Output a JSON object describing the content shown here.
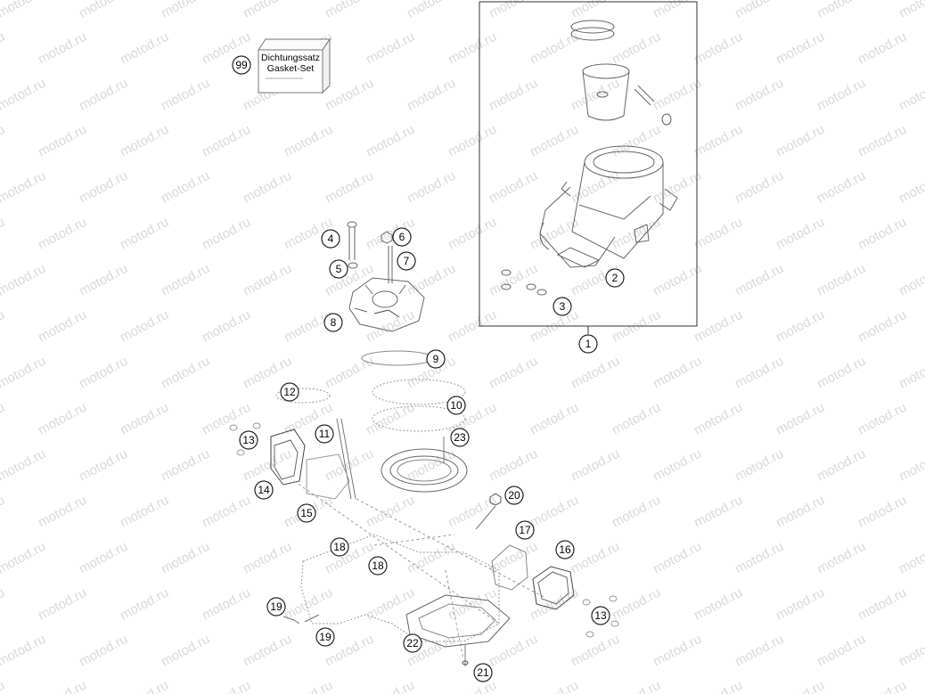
{
  "watermark": {
    "text": "motod.ru",
    "color": "#d9d9d9"
  },
  "kit_box": {
    "line1": "Dichtungssatz",
    "line2": "Gasket-Set",
    "number": "99"
  },
  "callouts": [
    {
      "id": "c1",
      "label": "1"
    },
    {
      "id": "c2",
      "label": "2"
    },
    {
      "id": "c3",
      "label": "3"
    },
    {
      "id": "c4",
      "label": "4"
    },
    {
      "id": "c5",
      "label": "5"
    },
    {
      "id": "c6",
      "label": "6"
    },
    {
      "id": "c7",
      "label": "7"
    },
    {
      "id": "c8",
      "label": "8"
    },
    {
      "id": "c9",
      "label": "9"
    },
    {
      "id": "c10",
      "label": "10"
    },
    {
      "id": "c11",
      "label": "11"
    },
    {
      "id": "c12",
      "label": "12"
    },
    {
      "id": "c13a",
      "label": "13"
    },
    {
      "id": "c13b",
      "label": "13"
    },
    {
      "id": "c14",
      "label": "14"
    },
    {
      "id": "c15",
      "label": "15"
    },
    {
      "id": "c16",
      "label": "16"
    },
    {
      "id": "c17",
      "label": "17"
    },
    {
      "id": "c18a",
      "label": "18"
    },
    {
      "id": "c18b",
      "label": "18"
    },
    {
      "id": "c19a",
      "label": "19"
    },
    {
      "id": "c19b",
      "label": "19"
    },
    {
      "id": "c20",
      "label": "20"
    },
    {
      "id": "c21",
      "label": "21"
    },
    {
      "id": "c22",
      "label": "22"
    },
    {
      "id": "c23",
      "label": "23"
    }
  ]
}
